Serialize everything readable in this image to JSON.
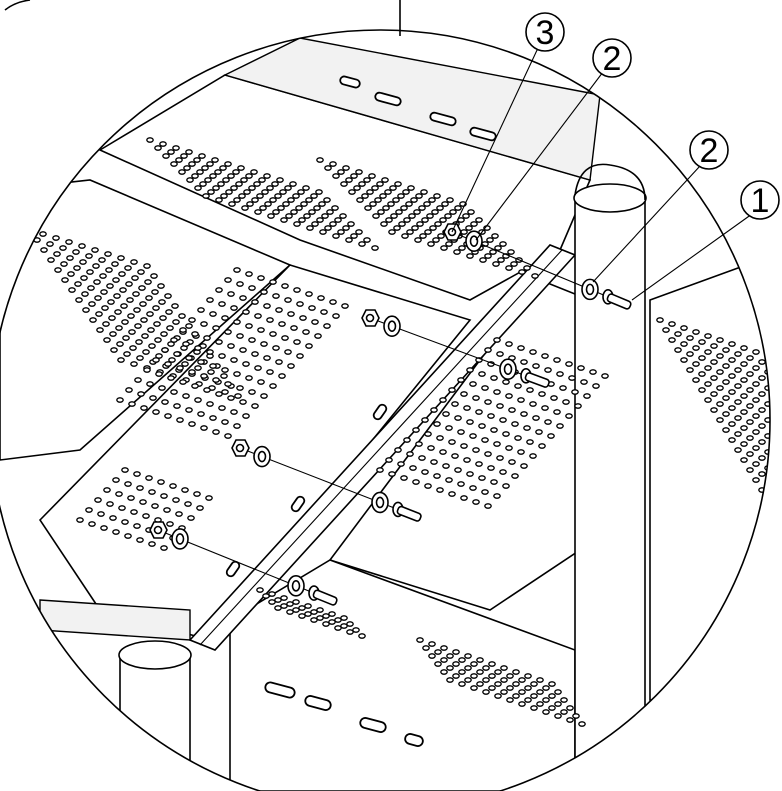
{
  "callouts": [
    {
      "id": "c3",
      "label": "3"
    },
    {
      "id": "c2a",
      "label": "2"
    },
    {
      "id": "c2b",
      "label": "2"
    },
    {
      "id": "c1",
      "label": "1"
    }
  ]
}
